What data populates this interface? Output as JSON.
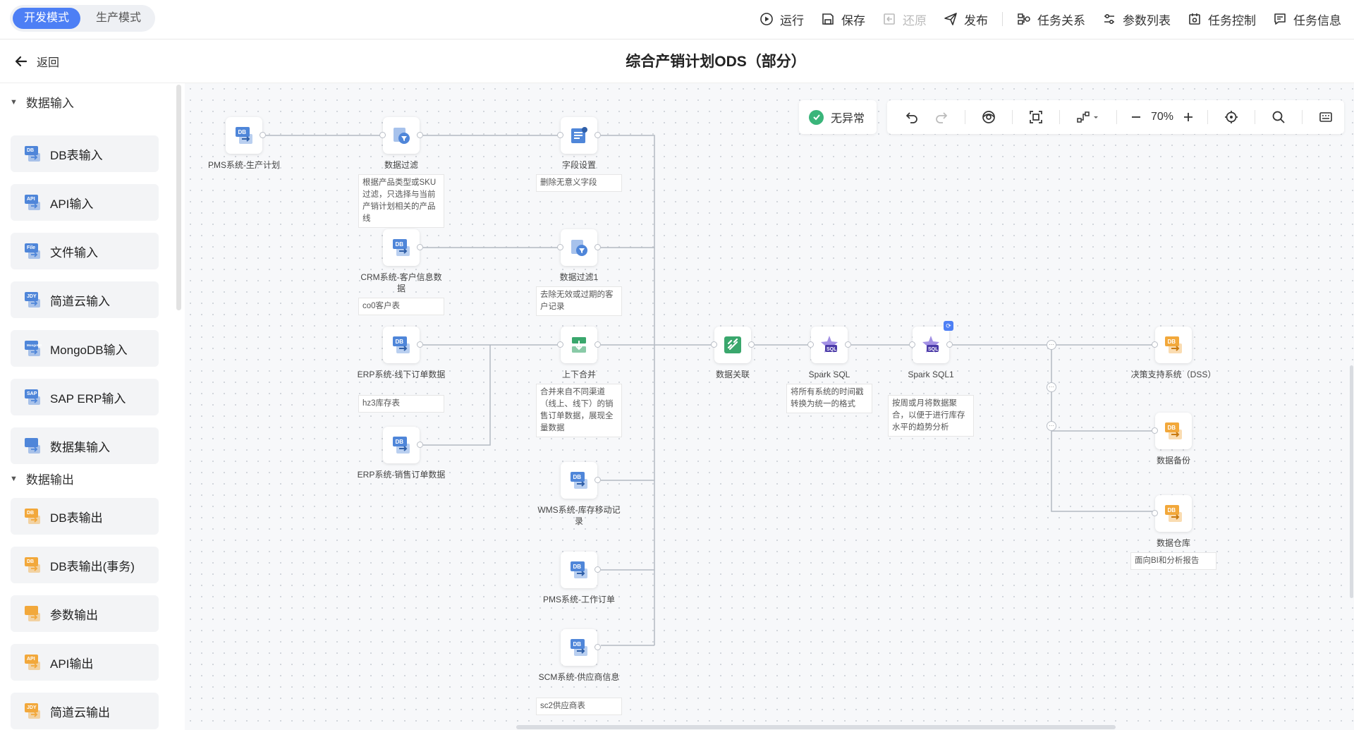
{
  "modes": {
    "dev": "开发模式",
    "prod": "生产模式"
  },
  "toolbar": {
    "run": "运行",
    "save": "保存",
    "restore": "还原",
    "publish": "发布",
    "task_relation": "任务关系",
    "param_list": "参数列表",
    "task_control": "任务控制",
    "task_info": "任务信息"
  },
  "back_label": "返回",
  "page_title": "综合产销计划ODS（部分）",
  "sidebar": {
    "input_title": "数据输入",
    "inputs": [
      {
        "label": "DB表输入",
        "tag": "DB"
      },
      {
        "label": "API输入",
        "tag": "API"
      },
      {
        "label": "文件输入",
        "tag": "File"
      },
      {
        "label": "简道云输入",
        "tag": "JDY"
      },
      {
        "label": "MongoDB输入",
        "tag": "MongoDB"
      },
      {
        "label": "SAP ERP输入",
        "tag": "SAP"
      },
      {
        "label": "数据集输入",
        "tag": ""
      }
    ],
    "output_title": "数据输出",
    "outputs": [
      {
        "label": "DB表输出",
        "tag": "DB"
      },
      {
        "label": "DB表输出(事务)",
        "tag": "DB"
      },
      {
        "label": "参数输出",
        "tag": ""
      },
      {
        "label": "API输出",
        "tag": "API"
      },
      {
        "label": "简道云输出",
        "tag": "JDY"
      }
    ]
  },
  "canvas": {
    "status": "无异常",
    "zoom": "70%",
    "nodes": [
      {
        "id": "pms",
        "label": "PMS系统-生产计划",
        "desc": "",
        "kind": "db"
      },
      {
        "id": "filter",
        "label": "数据过滤",
        "desc": "根据产品类型或SKU过滤，只选择与当前产销计划相关的产品线",
        "kind": "filter"
      },
      {
        "id": "field",
        "label": "字段设置",
        "desc": "删除无意义字段",
        "kind": "field"
      },
      {
        "id": "crm",
        "label": "CRM系统-客户信息数据",
        "desc": "co0客户表",
        "kind": "db"
      },
      {
        "id": "filter1",
        "label": "数据过滤1",
        "desc": "去除无效或过期的客户记录",
        "kind": "filter"
      },
      {
        "id": "erp1",
        "label": "ERP系统-线下订单数据",
        "desc": "hz3库存表",
        "kind": "db"
      },
      {
        "id": "union",
        "label": "上下合并",
        "desc": "合并来自不同渠道（线上、线下）的销售订单数据，展现全量数据",
        "kind": "union"
      },
      {
        "id": "erp2",
        "label": "ERP系统-销售订单数据",
        "desc": "",
        "kind": "db"
      },
      {
        "id": "wms",
        "label": "WMS系统-库存移动记录",
        "desc": "",
        "kind": "db"
      },
      {
        "id": "pmsw",
        "label": "PMS系统-工作订单",
        "desc": "",
        "kind": "db"
      },
      {
        "id": "scm",
        "label": "SCM系统-供应商信息",
        "desc": "sc2供应商表",
        "kind": "db"
      },
      {
        "id": "join",
        "label": "数据关联",
        "desc": "",
        "kind": "join"
      },
      {
        "id": "sql",
        "label": "Spark SQL",
        "desc": "将所有系统的时间戳转换为统一的格式",
        "kind": "sql"
      },
      {
        "id": "sql1",
        "label": "Spark SQL1",
        "desc": "按周或月将数据聚合，以便于进行库存水平的趋势分析",
        "kind": "sql"
      },
      {
        "id": "dss",
        "label": "决策支持系统（DSS）",
        "desc": "",
        "kind": "out"
      },
      {
        "id": "backup",
        "label": "数据备份",
        "desc": "",
        "kind": "out"
      },
      {
        "id": "wh",
        "label": "数据仓库",
        "desc": "面向BI和分析报告",
        "kind": "out"
      }
    ]
  }
}
